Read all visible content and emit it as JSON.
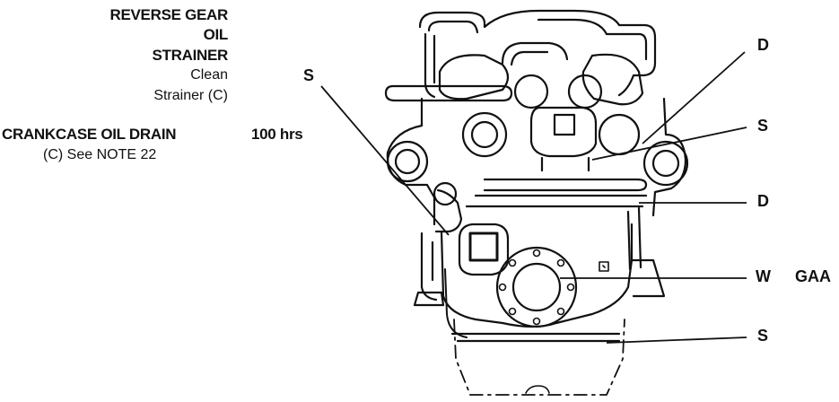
{
  "left_text": {
    "reverse_gear": "REVERSE GEAR",
    "oil": "OIL",
    "strainer": "STRAINER",
    "clean": "Clean",
    "strainer_c": "Strainer  (C)",
    "crankcase_drain": "CRANKCASE OIL DRAIN",
    "interval": "100 hrs",
    "note": "(C)  See NOTE 22"
  },
  "callouts": {
    "s_left": "S",
    "d_top": "D",
    "s_upper": "S",
    "d_mid": "D",
    "w": "W",
    "gaa": "GAA",
    "s_bottom": "S"
  },
  "colors": {
    "ink": "#111111",
    "background": "#ffffff"
  }
}
